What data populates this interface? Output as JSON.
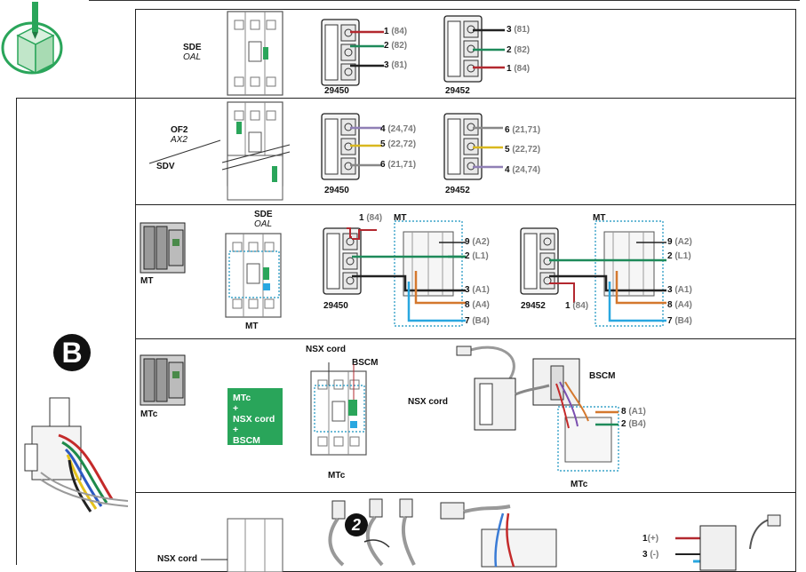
{
  "logo": {
    "icon": "module-cube-icon"
  },
  "badge_b": "B",
  "rows": [
    {
      "id": "sde",
      "breaker_label": "SDE",
      "breaker_sub": "OAL",
      "modules": [
        {
          "ref": "29450",
          "wires": [
            {
              "n": "1",
              "c": "(84)",
              "color": "#b3282f"
            },
            {
              "n": "2",
              "c": "(82)",
              "color": "#1e8a5a"
            },
            {
              "n": "3",
              "c": "(81)",
              "color": "#222222"
            }
          ]
        },
        {
          "ref": "29452",
          "wires": [
            {
              "n": "3",
              "c": "(81)",
              "color": "#222222"
            },
            {
              "n": "2",
              "c": "(82)",
              "color": "#1e8a5a"
            },
            {
              "n": "1",
              "c": "(84)",
              "color": "#b3282f"
            }
          ]
        }
      ]
    },
    {
      "id": "of2",
      "breaker_label": "OF2",
      "breaker_sub": "AX2",
      "breaker_label2": "SDV",
      "modules": [
        {
          "ref": "29450",
          "wires": [
            {
              "n": "4",
              "c": "(24,74)",
              "color": "#8f7fb5"
            },
            {
              "n": "5",
              "c": "(22,72)",
              "color": "#d9b81e"
            },
            {
              "n": "6",
              "c": "(21,71)",
              "color": "#888888"
            }
          ]
        },
        {
          "ref": "29452",
          "wires": [
            {
              "n": "6",
              "c": "(21,71)",
              "color": "#888888"
            },
            {
              "n": "5",
              "c": "(22,72)",
              "color": "#d9b81e"
            },
            {
              "n": "4",
              "c": "(24,74)",
              "color": "#8f7fb5"
            }
          ]
        }
      ]
    },
    {
      "id": "mt",
      "contactor_label": "MT",
      "breaker_label": "SDE",
      "breaker_sub": "OAL",
      "breaker_bottom": "MT",
      "modules": [
        {
          "ref": "29450",
          "top": {
            "n": "1",
            "c": "(84)"
          },
          "mt": "MT",
          "wires": [
            {
              "n": "9",
              "c": "(A2)"
            },
            {
              "n": "2",
              "c": "(L1)"
            },
            {
              "n": "3",
              "c": "(A1)"
            },
            {
              "n": "8",
              "c": "(A4)"
            },
            {
              "n": "7",
              "c": "(B4)"
            }
          ]
        },
        {
          "ref": "29452",
          "bottom": {
            "n": "1",
            "c": "(84)"
          },
          "mt": "MT",
          "wires": [
            {
              "n": "9",
              "c": "(A2)"
            },
            {
              "n": "2",
              "c": "(L1)"
            },
            {
              "n": "3",
              "c": "(A1)"
            },
            {
              "n": "8",
              "c": "(A4)"
            },
            {
              "n": "7",
              "c": "(B4)"
            }
          ]
        }
      ]
    },
    {
      "id": "mtc",
      "contactor_label": "MTc",
      "green_box": [
        "MTc",
        "+",
        "NSX cord",
        "+",
        "BSCM"
      ],
      "breaker_top": "NSX cord",
      "breaker_bscm": "BSCM",
      "breaker_bottom": "MTc",
      "nsx_cord": "NSX cord",
      "bscm": "BSCM",
      "wires": [
        {
          "n": "8",
          "c": "(A1)"
        },
        {
          "n": "2",
          "c": "(B4)"
        }
      ],
      "bottom": "MTc"
    },
    {
      "id": "nsx",
      "breaker_label": "NSX cord",
      "step": "2",
      "wires": [
        {
          "n": "1",
          "c": "(+)"
        },
        {
          "n": "3",
          "c": "(-)"
        }
      ]
    }
  ]
}
